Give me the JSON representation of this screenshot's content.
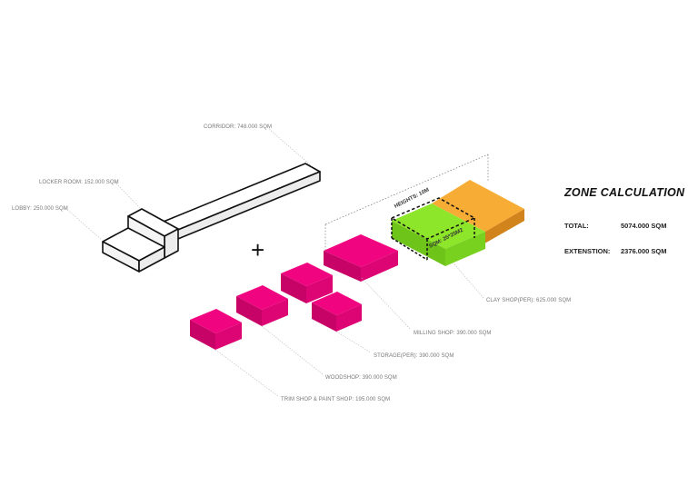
{
  "labels": {
    "corridor": "CORRIDOR: 748.000 SQM",
    "locker_room": "LOCKER ROOM: 152.000 SQM",
    "lobby": "LOBBY: 250.000 SQM",
    "clay_shop": "CLAY SHOP(PER): 625.000 SQM",
    "milling_shop": "MILLING SHOP: 390.000 SQM",
    "storage": "STORAGE(PER): 390.000 SQM",
    "woodshop": "WOODSHOP: 390.000 SQM",
    "trim_shop": "TRIM SHOP & PAINT SHOP: 195.000 SQM"
  },
  "dimensions": {
    "heights": "HEIGHTS: 10M",
    "sqm": "SQM: 25*25M2"
  },
  "operator": "+",
  "zone_calculation": {
    "title": "ZONE CALCULATION",
    "rows": [
      {
        "key": "TOTAL:",
        "value": "5074.000 SQM"
      },
      {
        "key": "EXTENSTION:",
        "value": "2376.000 SQM"
      }
    ]
  },
  "colors": {
    "magenta": "#f0047f",
    "green": "#8ee62a",
    "orange": "#f7ac35",
    "white_block": "#ffffff"
  }
}
